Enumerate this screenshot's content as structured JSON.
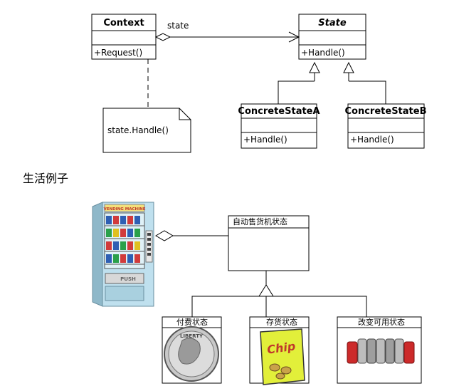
{
  "uml": {
    "context": {
      "name": "Context",
      "operation": "+Request()"
    },
    "state": {
      "name": "State",
      "operation": "+Handle()"
    },
    "association_label": "state",
    "note": "state.Handle()",
    "concrete_a": {
      "name": "ConcreteStateA",
      "operation": "+Handle()"
    },
    "concrete_b": {
      "name": "ConcreteStateB",
      "operation": "+Handle()"
    }
  },
  "life_example": {
    "heading": "生活例子",
    "vending_machine": {
      "header": "VENDING MACHINE",
      "push": "PUSH"
    },
    "state_box": "自动售货机状态",
    "sub_states": [
      "付费状态",
      "存货状态",
      "改变可用状态"
    ],
    "chip_text": "Chip",
    "coin_text": "LIBERTY"
  },
  "colors": {
    "machine_body": "#bfe0ee",
    "chip_bag": "#e2ef3a",
    "coin": "#c8c8c8",
    "coin_roll_red": "#cc2a2a"
  }
}
